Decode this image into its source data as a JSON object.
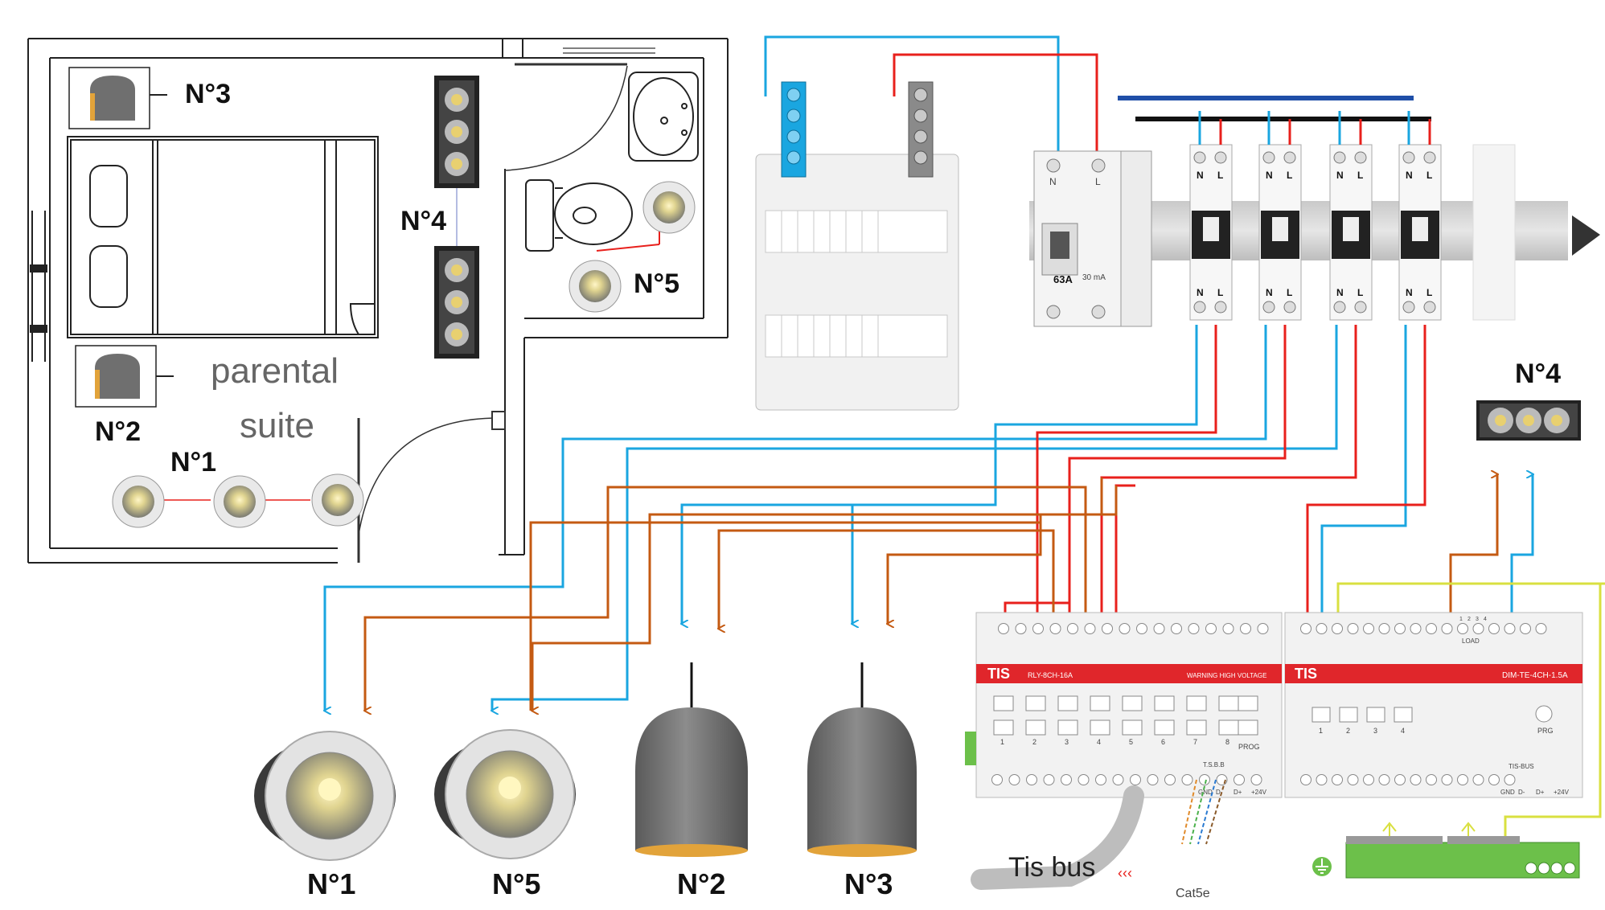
{
  "floorplan": {
    "room_label_line1": "parental",
    "room_label_line2": "suite",
    "labels": {
      "n3": "N°3",
      "n4": "N°4",
      "n5": "N°5",
      "n2": "N°2",
      "n1": "N°1"
    }
  },
  "breaker": {
    "rcd_rating": "63A",
    "rcd_sensitivity": "30 mA",
    "terminal_n": "N",
    "terminal_l": "L"
  },
  "relay": {
    "brand": "TIS",
    "model": "RLY-8CH-16A",
    "warning": "WARNING HIGH VOLTAGE",
    "channels": [
      "1",
      "2",
      "3",
      "4",
      "5",
      "6",
      "7",
      "8"
    ],
    "prog": "PROG",
    "bus_label": "T.S.B.B",
    "bus_pins": [
      "GND",
      "D-",
      "D+",
      "+24V"
    ]
  },
  "dimmer": {
    "brand": "TIS",
    "model": "DIM-TE-4CH-1.5A",
    "load_label": "LOAD",
    "channels": [
      "1",
      "2",
      "3",
      "4"
    ],
    "prog": "PRG",
    "bus_label": "TIS-BUS",
    "bus_pins": [
      "GND",
      "D-",
      "D+",
      "+24V"
    ]
  },
  "bus": {
    "label": "Tis bus",
    "cable": "Cat5e"
  },
  "fixtures": {
    "n4_label": "N°4",
    "bottom_labels": [
      "N°1",
      "N°5",
      "N°2",
      "N°3"
    ]
  },
  "colors": {
    "neutral": "#1aa6e0",
    "live": "#e8201c",
    "switched": "#c45a12",
    "bus_yellow": "#d9e040",
    "module_red": "#e0262b",
    "psu_green": "#6cc04a"
  }
}
